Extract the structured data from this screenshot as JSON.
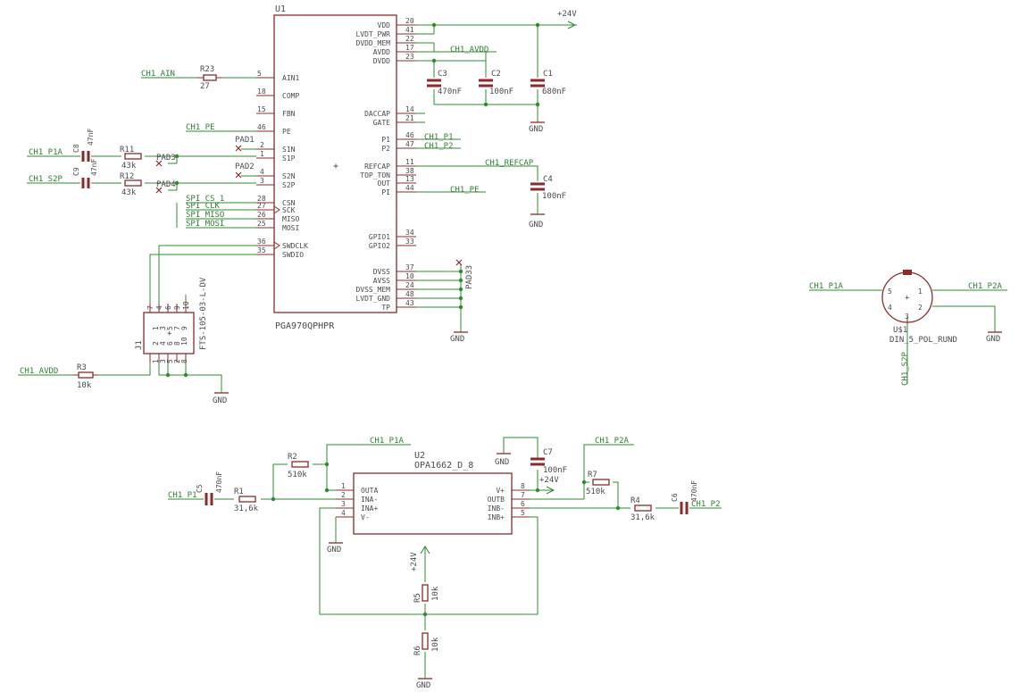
{
  "u1": {
    "ref": "U1",
    "value": "PGA970QPHPR",
    "left_pins": [
      {
        "num": "5",
        "name": "AIN1"
      },
      {
        "num": "18",
        "name": "COMP"
      },
      {
        "num": "15",
        "name": "FBN"
      },
      {
        "num": "46",
        "name": "PE"
      },
      {
        "num": "2",
        "name": "S1N"
      },
      {
        "num": "1",
        "name": "S1P"
      },
      {
        "num": "4",
        "name": "S2N"
      },
      {
        "num": "3",
        "name": "S2P"
      },
      {
        "num": "28",
        "name": "CSN"
      },
      {
        "num": "27",
        "name": "SCK"
      },
      {
        "num": "26",
        "name": "MISO"
      },
      {
        "num": "25",
        "name": "MOSI"
      },
      {
        "num": "36",
        "name": "SWDCLK"
      },
      {
        "num": "35",
        "name": "SWDIO"
      }
    ],
    "right_pins": [
      {
        "num": "20",
        "name": "VDD"
      },
      {
        "num": "41",
        "name": "LVDT_PWR"
      },
      {
        "num": "22",
        "name": "DVDD_MEM"
      },
      {
        "num": "17",
        "name": "AVDD"
      },
      {
        "num": "23",
        "name": "DVDD"
      },
      {
        "num": "14",
        "name": "DACCAP"
      },
      {
        "num": "21",
        "name": "GATE"
      },
      {
        "num": "46",
        "name": "P1"
      },
      {
        "num": "47",
        "name": "P2"
      },
      {
        "num": "11",
        "name": "REFCAP"
      },
      {
        "num": "38",
        "name": "TOP_TON"
      },
      {
        "num": "13",
        "name": "OUT"
      },
      {
        "num": "44",
        "name": "PI"
      },
      {
        "num": "34",
        "name": "GPIO1"
      },
      {
        "num": "33",
        "name": "GPIO2"
      },
      {
        "num": "37",
        "name": "DVSS"
      },
      {
        "num": "10",
        "name": "AVSS"
      },
      {
        "num": "24",
        "name": "DVSS_MEM"
      },
      {
        "num": "48",
        "name": "LVDT_GND"
      },
      {
        "num": "43",
        "name": "TP"
      }
    ]
  },
  "u2": {
    "ref": "U2",
    "value": "OPA1662_D_8",
    "left_pins": [
      {
        "num": "1",
        "name": "OUTA"
      },
      {
        "num": "2",
        "name": "INA-"
      },
      {
        "num": "3",
        "name": "INA+"
      },
      {
        "num": "4",
        "name": "V-"
      }
    ],
    "right_pins": [
      {
        "num": "8",
        "name": "V+"
      },
      {
        "num": "7",
        "name": "OUTB"
      },
      {
        "num": "6",
        "name": "INB-"
      },
      {
        "num": "5",
        "name": "INB+"
      }
    ]
  },
  "u3": {
    "ref": "U$1",
    "value": "DIN_5_POL_RUND",
    "pins": [
      "5",
      "1",
      "4",
      "2",
      "3"
    ]
  },
  "j1": {
    "ref": "J1",
    "value": "FTS-105-03-L-DV",
    "pins_top": [
      "7",
      "4",
      "6",
      "9",
      "10"
    ],
    "pins_bottom": [
      "1",
      "3",
      "5",
      "2",
      "8"
    ],
    "pins_mid_left": [
      "1",
      "3",
      "5",
      "7",
      "9"
    ],
    "pins_mid_right": [
      "2",
      "4",
      "6",
      "8",
      "10"
    ]
  },
  "pad1": {
    "ref": "PAD1"
  },
  "pad2": {
    "ref": "PAD2"
  },
  "pad3": {
    "ref": "PAD3"
  },
  "pad4": {
    "ref": "PAD4"
  },
  "pad33": {
    "ref": "PAD33"
  },
  "components": {
    "r23": {
      "ref": "R23",
      "value": "27"
    },
    "r11": {
      "ref": "R11",
      "value": "43k"
    },
    "r12": {
      "ref": "R12",
      "value": "43k"
    },
    "r3": {
      "ref": "R3",
      "value": "10k"
    },
    "r1": {
      "ref": "R1",
      "value": "31,6k"
    },
    "r2": {
      "ref": "R2",
      "value": "510k"
    },
    "r4": {
      "ref": "R4",
      "value": "31,6k"
    },
    "r7": {
      "ref": "R7",
      "value": "510k"
    },
    "r5": {
      "ref": "R5",
      "value": "10k"
    },
    "r6": {
      "ref": "R6",
      "value": "10k"
    },
    "c1": {
      "ref": "C1",
      "value": "680nF"
    },
    "c2": {
      "ref": "C2",
      "value": "100nF"
    },
    "c3": {
      "ref": "C3",
      "value": "470nF"
    },
    "c4": {
      "ref": "C4",
      "value": "100nF"
    },
    "c5": {
      "ref": "C5",
      "value": "470nF"
    },
    "c6": {
      "ref": "C6",
      "value": "470nF"
    },
    "c7": {
      "ref": "C7",
      "value": "100nF"
    },
    "c8": {
      "ref": "C8",
      "value": "47nF"
    },
    "c9": {
      "ref": "C9",
      "value": "47nF"
    }
  },
  "nets": {
    "ch1_ain": "CH1_AIN",
    "ch1_pe": "CH1_PE",
    "ch1_p1a": "CH1_P1A",
    "ch1_s2p": "CH1_S2P",
    "ch1_avdd": "CH1_AVDD",
    "ch1_p1": "CH1_P1",
    "ch1_p2": "CH1_P2",
    "ch1_p2a": "CH1_P2A",
    "ch1_refcap": "CH1_REFCAP",
    "spi_cs_1": "SPI_CS_1",
    "spi_clk": "SPI_CLK",
    "spi_miso": "SPI_MISO",
    "spi_mosi": "SPI_MOSI"
  },
  "power": {
    "v24": "+24V",
    "gnd": "GND"
  }
}
